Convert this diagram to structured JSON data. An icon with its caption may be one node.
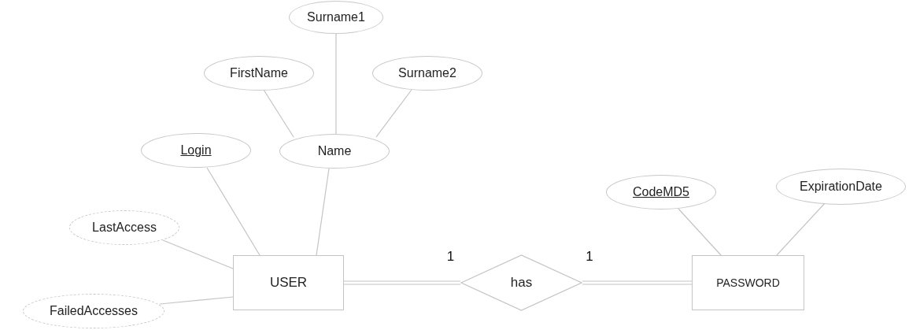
{
  "diagram": {
    "nodes": [
      {
        "text": [
          "Surname1"
        ]
      },
      {
        "text": [
          "FirstName"
        ]
      },
      {
        "text": [
          "Surname2"
        ]
      },
      {
        "text": [
          "Login"
        ]
      },
      {
        "text": [
          "Name"
        ]
      },
      {
        "text": [
          "CodeMD5"
        ]
      },
      {
        "text": [
          "ExpirationDate"
        ]
      },
      {
        "text": [
          "LastAccess"
        ]
      },
      {
        "text": [
          "USER"
        ]
      },
      {
        "text": [
          "has"
        ]
      },
      {
        "text": [
          "PASSWORD"
        ]
      },
      {
        "text": [
          "FailedAccesses"
        ]
      }
    ],
    "edges": [
      {
        "from": 0,
        "to": 4,
        "arrow": "none"
      },
      {
        "from": 1,
        "to": 4,
        "arrow": "none"
      },
      {
        "from": 2,
        "to": 4,
        "arrow": "none"
      },
      {
        "from": 3,
        "to": 8,
        "arrow": "none"
      },
      {
        "from": 4,
        "to": 8,
        "arrow": "none"
      },
      {
        "from": 7,
        "to": 8,
        "arrow": "none"
      },
      {
        "from": 11,
        "to": 8,
        "arrow": "none"
      },
      {
        "from": 5,
        "to": 10,
        "arrow": "none"
      },
      {
        "from": 6,
        "to": 10,
        "arrow": "none"
      },
      {
        "from": 8,
        "to": 9,
        "arrow": "none",
        "label": "1"
      },
      {
        "from": 9,
        "to": 10,
        "arrow": "none",
        "label": "1"
      }
    ]
  }
}
